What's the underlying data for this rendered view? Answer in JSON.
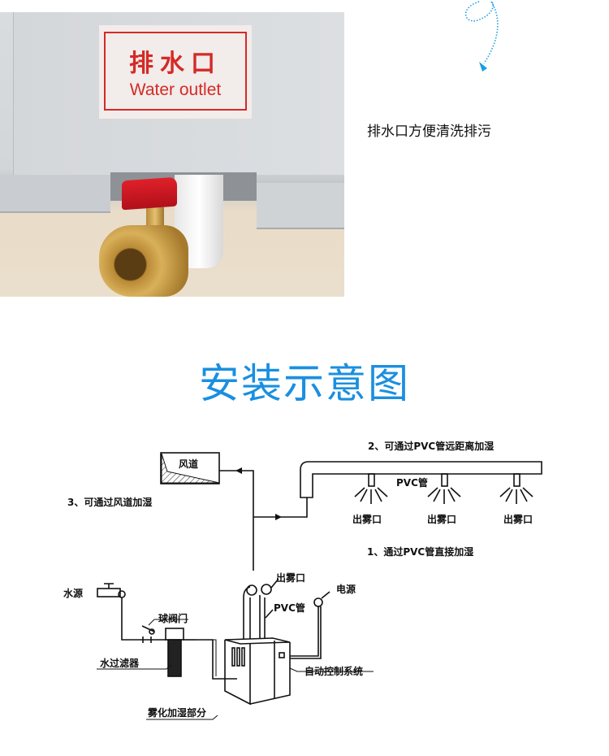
{
  "photo": {
    "sign_cn": "排水口",
    "sign_en": "Water outlet"
  },
  "caption": "排水口方便清洗排污",
  "section_title": "安装示意图",
  "diagram": {
    "duct_label": "风道",
    "option2": "2、可通过PVC管远距离加湿",
    "option3": "3、可通过风道加湿",
    "option1": "1、通过PVC管直接加湿",
    "pvc_pipe_top": "PVC管",
    "mist_outlets": [
      "出雾口",
      "出雾口",
      "出雾口"
    ],
    "water_source": "水源",
    "ball_valve": "球阀门",
    "water_filter": "水过滤器",
    "mist_outlet_machine": "出雾口",
    "pvc_pipe_machine": "PVC管",
    "power": "电源",
    "control_system": "自动控制系统",
    "humidifier_part": "雾化加湿部分"
  },
  "colors": {
    "accent": "#1a8fe0",
    "sign_red": "#d42a26"
  }
}
